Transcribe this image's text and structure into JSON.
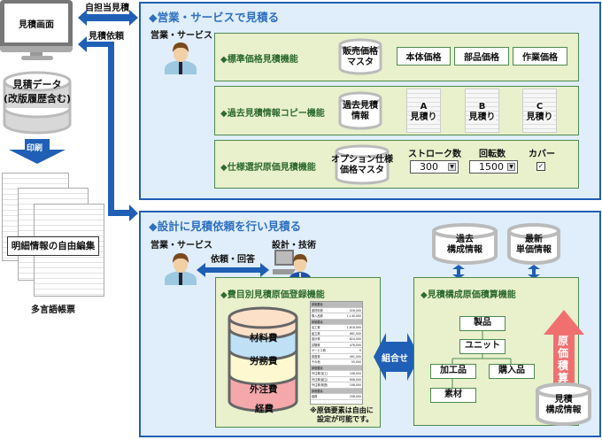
{
  "left": {
    "monitor_label": "見積画面",
    "own_estimate_label": "自担当見積",
    "estimate_request_label": "見積依頼",
    "db_label_line1": "見積データ",
    "db_label_line2": "(改版履歴含む)",
    "print_label": "印刷",
    "edit_label": "明細情報の自由編集",
    "multilingual_label": "多言語帳票"
  },
  "sales_panel": {
    "title": "◆営業・サービスで見積る",
    "actor": "営業・サービス",
    "rows": [
      {
        "label": "◆標準価格見積機能",
        "db": [
          "販売価格",
          "マスタ"
        ],
        "buttons": [
          "本体価格",
          "部品価格",
          "作業価格"
        ]
      },
      {
        "label": "◆過去見積情報コピー機能",
        "db": [
          "過去見積",
          "情報"
        ],
        "docs": [
          [
            "A",
            "見積り"
          ],
          [
            "B",
            "見積り"
          ],
          [
            "C",
            "見積り"
          ]
        ]
      },
      {
        "label": "◆仕様選択原価見積機能",
        "db": [
          "オプション仕様",
          "価格マスタ"
        ],
        "options": [
          {
            "label": "ストローク数",
            "value": "300"
          },
          {
            "label": "回転数",
            "value": "1500"
          }
        ],
        "checkbox": {
          "label": "カバー",
          "checked": true
        }
      }
    ]
  },
  "design_panel": {
    "title": "◆設計に見積依頼を行い見積る",
    "actor_sales": "営業・サービス",
    "actor_design": "設計・技術",
    "exchange_label": "依頼・回答",
    "cost_box": {
      "title": "◆費目別見積原価登録機能",
      "layers": [
        "材料費",
        "労務費",
        "外注費",
        "経費"
      ],
      "layer_colors": [
        "#fde0c8",
        "#bfe0f5",
        "#fdf8d0",
        "#f5a8aa"
      ],
      "note_line1": "※原価要素は自由に",
      "note_line2": "設定が可能です。",
      "sheet": [
        {
          "header": "原価要素",
          "rows": [
            [
              "原材料費",
              "526,000"
            ],
            [
              "購入品費",
              "1,140,000"
            ]
          ]
        },
        {
          "header": "原価要素",
          "rows": [
            [
              "加工費",
              "1,618,000"
            ],
            [
              "組立費",
              "661,000"
            ],
            [
              "設計費",
              "624,000"
            ],
            [
              "試験費",
              "476,000"
            ],
            [
              "サービス費",
              "0"
            ],
            [
              "検査費",
              "491,000"
            ],
            [
              "その他",
              "55,000"
            ]
          ]
        },
        {
          "header": "原価要素",
          "rows": [
            [
              "外注費(加工)",
              "108,000"
            ],
            [
              "外注費(組立)",
              "608,000"
            ],
            [
              "外注費(検査)",
              "108,000"
            ]
          ]
        },
        {
          "header": "原価要素",
          "rows": [
            [
              "経費",
              "258,000"
            ]
          ]
        }
      ]
    },
    "combine_label": "組合せ",
    "db_past": [
      "過去",
      "構成情報"
    ],
    "db_latest": [
      "最新",
      "単価情報"
    ],
    "structure_box": {
      "title": "◆見積構成原価積算機能",
      "nodes": {
        "product": "製品",
        "unit": "ユニット",
        "processed": "加工品",
        "purchased": "購入品",
        "material": "素材"
      },
      "rollup_label": "原価積算",
      "db": [
        "見積",
        "構成情報"
      ]
    }
  },
  "colors": {
    "panel_border": "#1f5fb5",
    "panel_fill": "#dfeefa",
    "green_fill": "#e8f0cc",
    "green_border": "#4e8a4e",
    "title_blue": "#2e6fc0",
    "arrow_blue": "#1f5fb5",
    "rollup_arrow": "#f07070"
  }
}
